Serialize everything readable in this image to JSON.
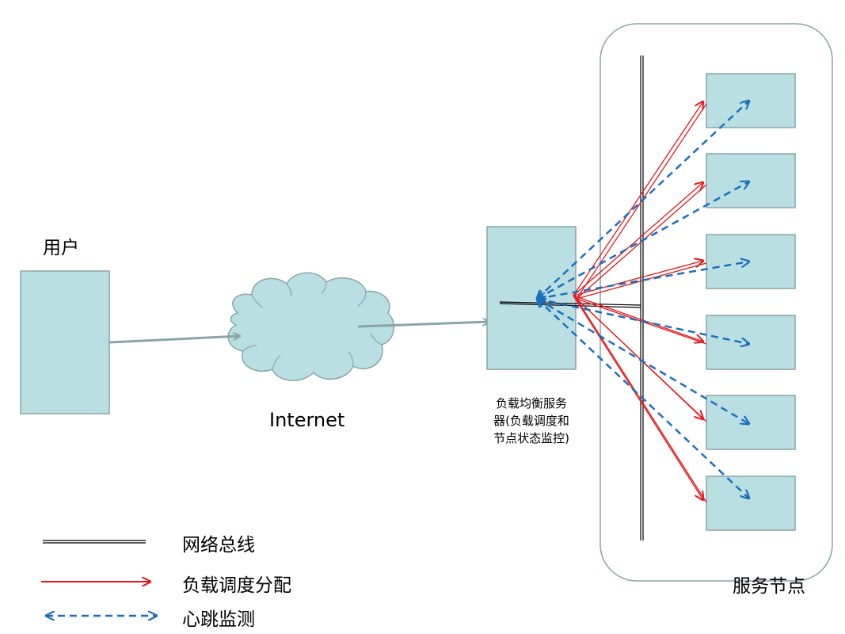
{
  "labels": {
    "user": "用户",
    "internet": "Internet",
    "load_balancer": [
      "负载均衡服务",
      "器(负载调度和",
      "节点状态监控)"
    ],
    "service_nodes": "服务节点"
  },
  "legend": {
    "bus": "网络总线",
    "dispatch": "负载调度分配",
    "heartbeat": "心跳监测"
  },
  "colors": {
    "box_fill": "#b9dfe3",
    "box_stroke": "#8aa4a8",
    "cloud_fill": "#b9dfe3",
    "flow_arrow": "#8aa4a8",
    "dispatch": "#e8161b",
    "heartbeat": "#1d6fbd",
    "bus": "#000000",
    "container_stroke": "#8aa4a8"
  },
  "service_node_count": 6
}
